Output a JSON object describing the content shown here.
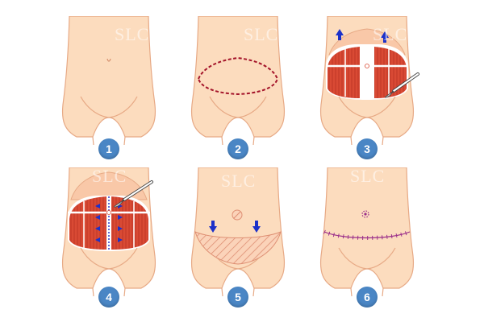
{
  "watermark": "SLC",
  "colors": {
    "skin": "#fcdcbe",
    "outline": "#e7a985",
    "muscle": "#d94a34",
    "arrow": "#1c30c9",
    "incision": "#a4142a",
    "badge": "#4a86c5",
    "suture": "#9a2e8a"
  },
  "steps": [
    {
      "number": "1"
    },
    {
      "number": "2"
    },
    {
      "number": "3"
    },
    {
      "number": "4"
    },
    {
      "number": "5"
    },
    {
      "number": "6"
    }
  ]
}
